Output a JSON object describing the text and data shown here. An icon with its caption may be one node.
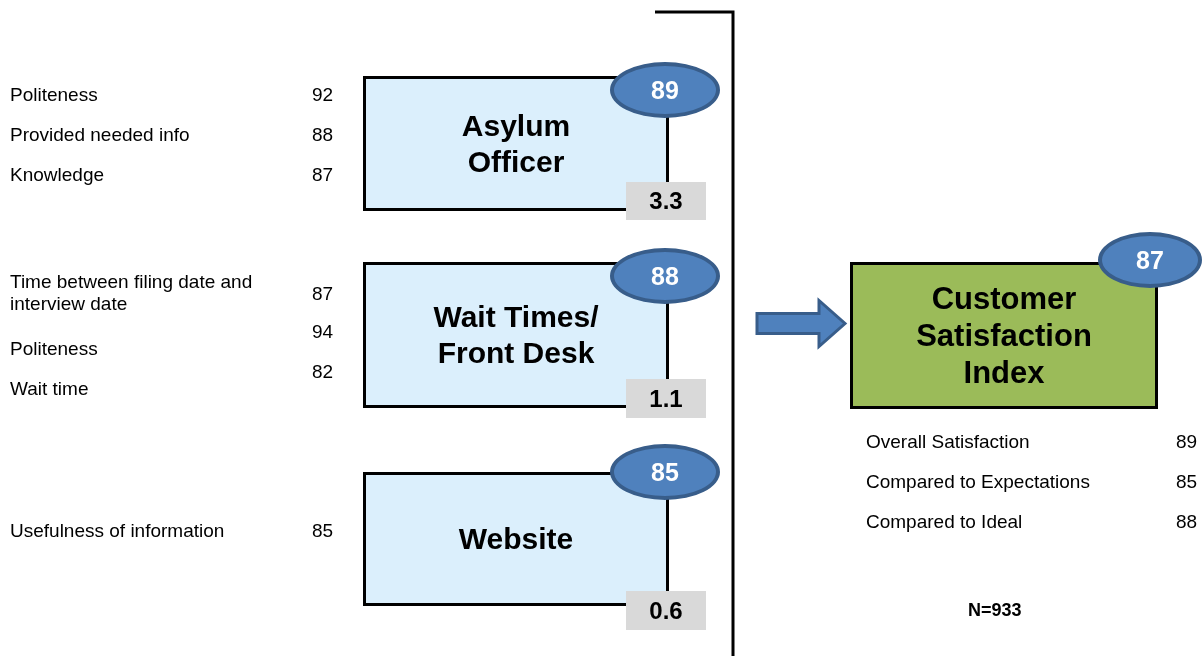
{
  "diagram": {
    "nodes": [
      {
        "text": [
          "Asylum Officer"
        ]
      },
      {
        "text": [
          "89"
        ]
      },
      {
        "text": [
          "3.3"
        ]
      },
      {
        "text": [
          "Wait Times/ Front Desk"
        ]
      },
      {
        "text": [
          "88"
        ]
      },
      {
        "text": [
          "1.1"
        ]
      },
      {
        "text": [
          "Website"
        ]
      },
      {
        "text": [
          "85"
        ]
      },
      {
        "text": [
          "0.6"
        ]
      },
      {
        "text": [
          "Customer Satisfaction Index"
        ]
      },
      {
        "text": [
          "87"
        ]
      }
    ],
    "edges": [
      {
        "from": null,
        "to": 9,
        "arrow": "to",
        "style": "thick",
        "color": "#4f81bd"
      }
    ],
    "labels": [
      "Politeness",
      "92",
      "Provided needed info",
      "88",
      "Knowledge",
      "87",
      "Time between filing date and interview date",
      "87",
      "94",
      "Politeness",
      "82",
      "Wait time",
      "Usefulness of information",
      "85",
      "Overall Satisfaction",
      "89",
      "Compared to Expectations",
      "85",
      "Compared to Ideal",
      "88",
      "N=933"
    ]
  }
}
